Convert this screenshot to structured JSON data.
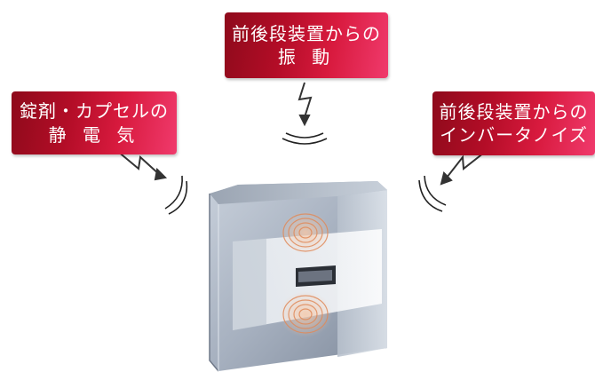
{
  "callouts": {
    "vibration": {
      "line1": "前後段装置からの",
      "line2": "振 動"
    },
    "static": {
      "line1": "錠剤・カプセルの",
      "line2": "静 電 気"
    },
    "inverter": {
      "line1": "前後段装置からの",
      "line2": "インバータノイズ"
    }
  },
  "colors": {
    "callout_dark": "#8e0a1b",
    "callout_light": "#f03a6c",
    "device_steel": "#a9b3c2",
    "wave_orange": "#e08a5a"
  },
  "icons": [
    "lightning-arrow-icon",
    "wave-arcs-icon",
    "sensor-device"
  ]
}
